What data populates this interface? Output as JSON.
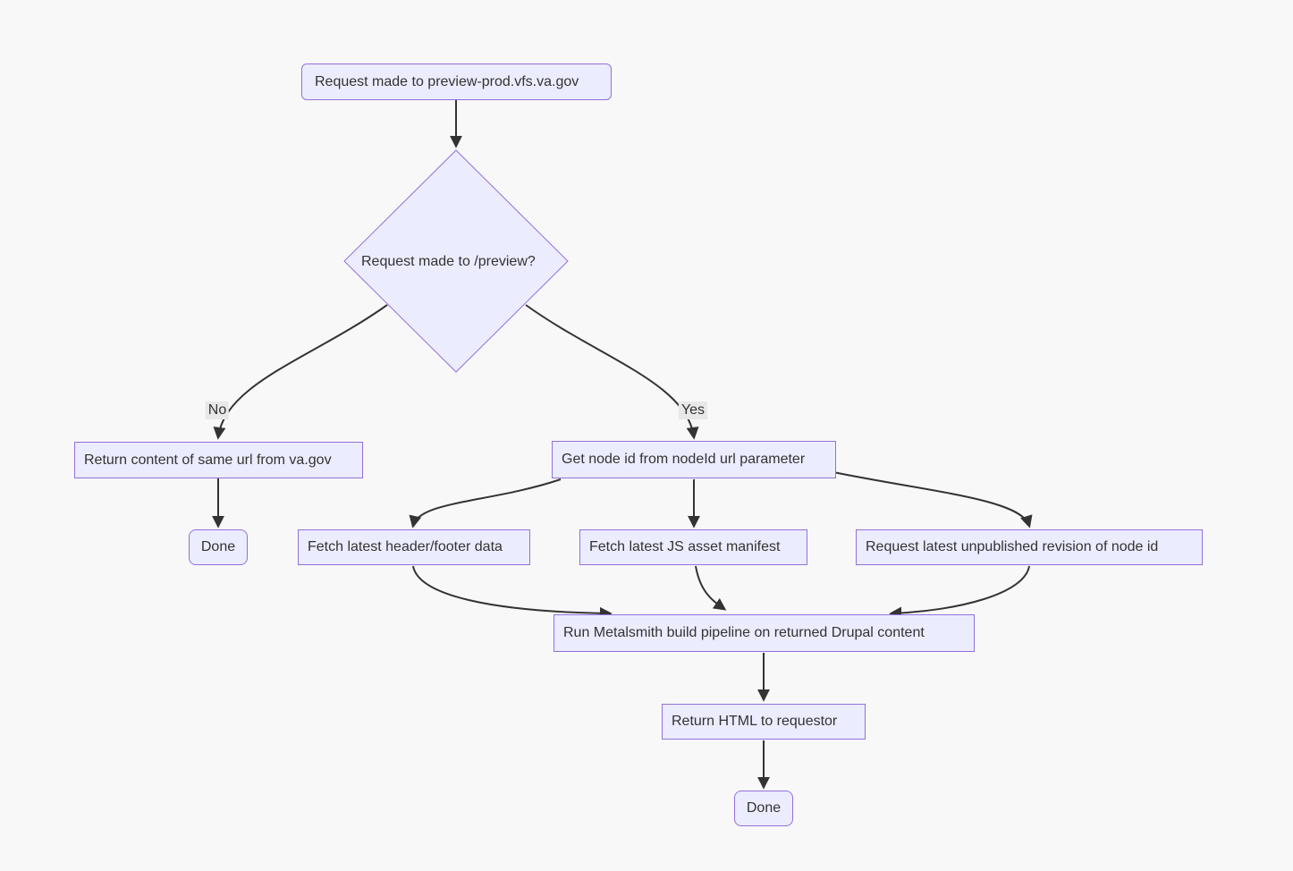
{
  "diagram": {
    "type": "flowchart",
    "colors": {
      "background": "#f8f8f8",
      "node_fill": "#ECECFF",
      "node_border": "#9370DB",
      "edge_color": "#333333",
      "text_color": "#333333",
      "edge_label_background": "#e8e8e8"
    },
    "nodes": {
      "start": {
        "label": "Request made to preview-prod.vfs.va.gov",
        "shape": "rounded-rect"
      },
      "decision": {
        "label": "Request made to /preview?",
        "shape": "diamond"
      },
      "return_same_url": {
        "label": "Return content of same url from va.gov",
        "shape": "rect"
      },
      "done_left": {
        "label": "Done",
        "shape": "rounded-rect"
      },
      "get_node_id": {
        "label": "Get node id from nodeId url parameter",
        "shape": "rect"
      },
      "fetch_header_footer": {
        "label": "Fetch latest header/footer data",
        "shape": "rect"
      },
      "fetch_js_manifest": {
        "label": "Fetch latest JS asset manifest",
        "shape": "rect"
      },
      "request_revision": {
        "label": "Request latest unpublished revision of node id",
        "shape": "rect"
      },
      "run_metalsmith": {
        "label": "Run Metalsmith build pipeline on returned Drupal content",
        "shape": "rect"
      },
      "return_html": {
        "label": "Return HTML to requestor",
        "shape": "rect"
      },
      "done_bottom": {
        "label": "Done",
        "shape": "rounded-rect"
      }
    },
    "edge_labels": {
      "no": "No",
      "yes": "Yes"
    },
    "edges": [
      {
        "from": "start",
        "to": "decision"
      },
      {
        "from": "decision",
        "to": "return_same_url",
        "label": "No"
      },
      {
        "from": "decision",
        "to": "get_node_id",
        "label": "Yes"
      },
      {
        "from": "return_same_url",
        "to": "done_left"
      },
      {
        "from": "get_node_id",
        "to": "fetch_header_footer"
      },
      {
        "from": "get_node_id",
        "to": "fetch_js_manifest"
      },
      {
        "from": "get_node_id",
        "to": "request_revision"
      },
      {
        "from": "fetch_header_footer",
        "to": "run_metalsmith"
      },
      {
        "from": "fetch_js_manifest",
        "to": "run_metalsmith"
      },
      {
        "from": "request_revision",
        "to": "run_metalsmith"
      },
      {
        "from": "run_metalsmith",
        "to": "return_html"
      },
      {
        "from": "return_html",
        "to": "done_bottom"
      }
    ]
  }
}
